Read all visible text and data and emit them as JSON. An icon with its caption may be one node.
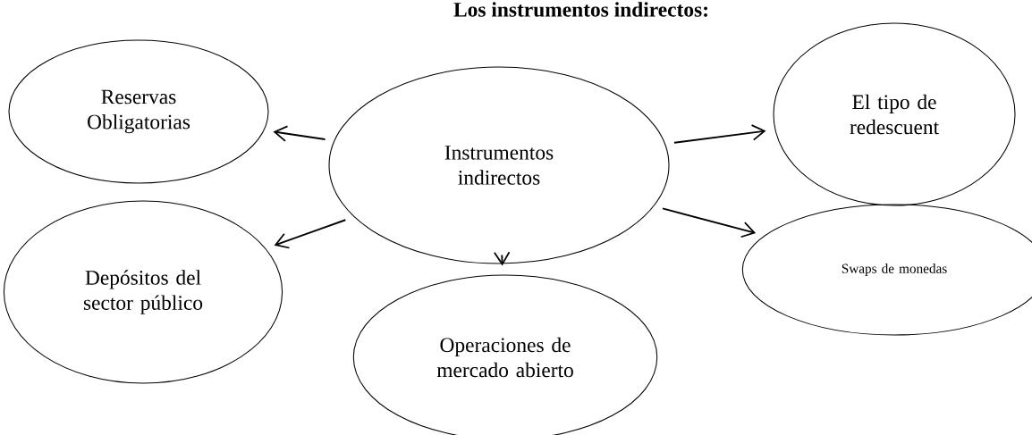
{
  "diagram": {
    "title": "Los instrumentos indirectos:",
    "nodes": [
      {
        "text": [
          "Instrumentos indirectos"
        ]
      },
      {
        "text": [
          "Reservas Obligatorias"
        ]
      },
      {
        "text": [
          "El tipo de redescuent"
        ]
      },
      {
        "text": [
          "Depósitos del sector público"
        ]
      },
      {
        "text": [
          "Operaciones de mercado abierto"
        ]
      },
      {
        "text": [
          "Swaps de monedas"
        ]
      }
    ],
    "edges": [
      {
        "from": 0,
        "to": 1,
        "arrow": "to"
      },
      {
        "from": 0,
        "to": 2,
        "arrow": "to"
      },
      {
        "from": 0,
        "to": 3,
        "arrow": "to"
      },
      {
        "from": 0,
        "to": 4,
        "arrow": "to"
      },
      {
        "from": 0,
        "to": 5,
        "arrow": "to"
      }
    ]
  }
}
